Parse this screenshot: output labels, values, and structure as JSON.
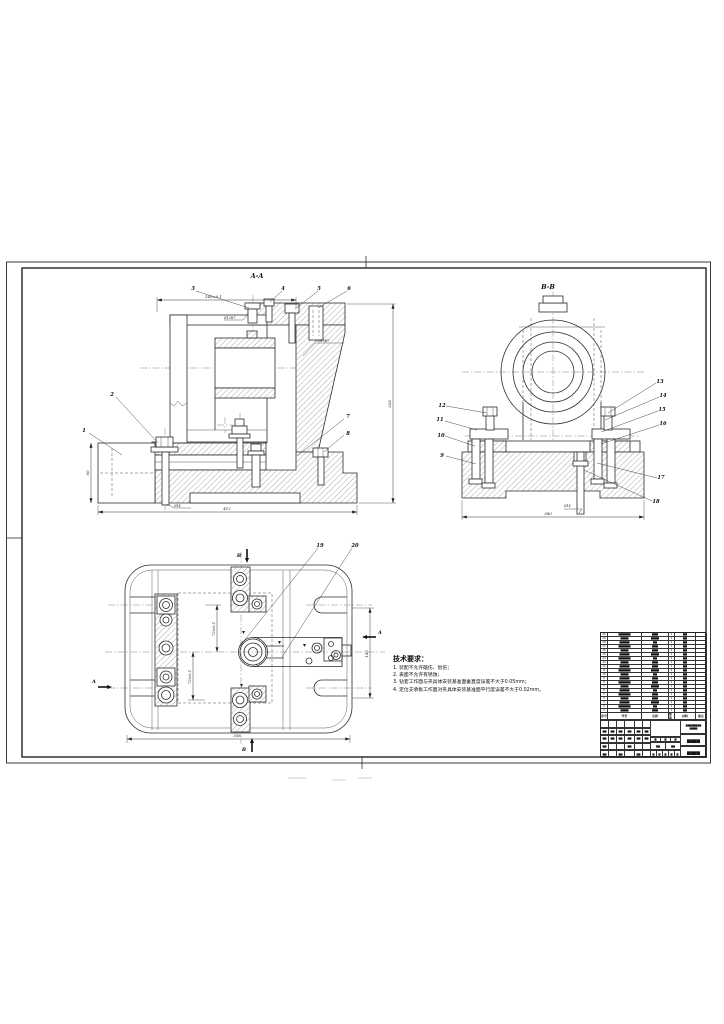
{
  "sheet": {
    "background": "#ffffff",
    "line_color": "#2b2b2b"
  },
  "view_titles": {
    "aa": "A-A",
    "bb": "B-B"
  },
  "balloons": {
    "n1": "1",
    "n2": "2",
    "n3": "3",
    "n4": "4",
    "n5": "5",
    "n6": "6",
    "n7": "7",
    "n8": "8",
    "n9": "9",
    "n10": "10",
    "n11": "11",
    "n12": "12",
    "n13": "13",
    "n14": "14",
    "n15": "15",
    "n16": "16",
    "n17": "17",
    "n18": "18",
    "n19": "19",
    "n20": "20"
  },
  "dims": {
    "aa_top": "140±0.1",
    "aa_right": "328",
    "aa_bottom": "412",
    "aa_left": "60",
    "aa_note_bush": "Ø12H7",
    "aa_note_holes": "2-Ø10H7",
    "aa_note_base": "Ø14",
    "bb_bottom": "380",
    "bb_note": "Ø14",
    "plan_v1": "73±0.1",
    "plan_v2": "73±0.1",
    "plan_right": "140",
    "plan_bottom": "358"
  },
  "section_marks": {
    "top": "B",
    "bottom": "B",
    "left": "A",
    "right": "A"
  },
  "tech": {
    "title": "技术要求：",
    "items": [
      "1. 装配不允许磕伤、划伤；",
      "2. 表面不允许有锈蚀；",
      "3. 钻套工作面与夹具体安装基准面垂直度误差不大于0.05mm；",
      "4. 定位支承板工作面对夹具体安装基准面平行度误差不大于0.02mm。"
    ]
  },
  "parts_table": {
    "header": [
      "序号",
      "代号",
      "名称",
      "数量",
      "材料",
      "备注"
    ],
    "rows": [
      {
        "no": "20",
        "code": "▆▆▆▆▆▆",
        "name": "▆▆▆",
        "qty": "1",
        "mat": "▆▆",
        "rem": ""
      },
      {
        "no": "19",
        "code": "▆▆▆▆",
        "name": "▆▆▆▆",
        "qty": "1",
        "mat": "▆▆",
        "rem": ""
      },
      {
        "no": "18",
        "code": "▆▆▆▆▆",
        "name": "▆▆",
        "qty": "2",
        "mat": "▆▆",
        "rem": ""
      },
      {
        "no": "17",
        "code": "▆▆▆▆▆▆",
        "name": "▆▆▆",
        "qty": "1",
        "mat": "▆▆",
        "rem": ""
      },
      {
        "no": "16",
        "code": "▆▆▆▆",
        "name": "▆▆▆",
        "qty": "4",
        "mat": "▆▆",
        "rem": ""
      },
      {
        "no": "15",
        "code": "▆▆▆▆▆",
        "name": "▆▆▆▆",
        "qty": "1",
        "mat": "▆▆",
        "rem": ""
      },
      {
        "no": "14",
        "code": "▆▆▆▆▆▆",
        "name": "▆▆",
        "qty": "2",
        "mat": "▆▆",
        "rem": ""
      },
      {
        "no": "13",
        "code": "▆▆▆▆",
        "name": "▆▆▆",
        "qty": "1",
        "mat": "▆▆",
        "rem": ""
      },
      {
        "no": "12",
        "code": "▆▆▆▆▆",
        "name": "▆▆▆",
        "qty": "1",
        "mat": "▆▆",
        "rem": ""
      },
      {
        "no": "11",
        "code": "▆▆▆▆▆▆",
        "name": "▆▆▆▆",
        "qty": "6",
        "mat": "▆▆",
        "rem": ""
      },
      {
        "no": "10",
        "code": "▆▆▆▆",
        "name": "▆▆",
        "qty": "1",
        "mat": "▆▆",
        "rem": ""
      },
      {
        "no": "9",
        "code": "▆▆▆▆▆",
        "name": "▆▆▆",
        "qty": "1",
        "mat": "▆▆",
        "rem": ""
      },
      {
        "no": "8",
        "code": "▆▆▆▆▆▆",
        "name": "▆▆▆",
        "qty": "2",
        "mat": "▆▆",
        "rem": ""
      },
      {
        "no": "7",
        "code": "▆▆▆▆",
        "name": "▆▆▆▆",
        "qty": "1",
        "mat": "▆▆",
        "rem": ""
      },
      {
        "no": "6",
        "code": "▆▆▆▆▆",
        "name": "▆▆",
        "qty": "4",
        "mat": "▆▆",
        "rem": ""
      },
      {
        "no": "5",
        "code": "▆▆▆▆▆▆",
        "name": "▆▆▆",
        "qty": "1",
        "mat": "▆▆",
        "rem": ""
      },
      {
        "no": "4",
        "code": "▆▆▆▆",
        "name": "▆▆▆",
        "qty": "1",
        "mat": "▆▆",
        "rem": ""
      },
      {
        "no": "3",
        "code": "▆▆▆▆▆",
        "name": "▆▆▆▆",
        "qty": "2",
        "mat": "▆▆",
        "rem": ""
      },
      {
        "no": "2",
        "code": "▆▆▆▆▆▆",
        "name": "▆▆",
        "qty": "1",
        "mat": "▆▆",
        "rem": ""
      },
      {
        "no": "1",
        "code": "▆▆▆▆",
        "name": "▆▆▆",
        "qty": "1",
        "mat": "▆▆",
        "rem": ""
      }
    ]
  },
  "title_block": {
    "cell_fill": "▆▆",
    "mid_small": [
      "▆",
      "▆",
      "▆"
    ],
    "mid_row2": [
      "▆▆",
      "▆▆"
    ],
    "mid_digits": [
      "▆",
      "▆",
      "▆",
      "▆",
      "▆"
    ],
    "drawing_title_line1": "▆▆▆▆▆▆▆▆",
    "drawing_title_line2": "▆▆▆▆",
    "name_cell": "▆▆▆▆",
    "org_cell": "▆▆▆▆"
  }
}
